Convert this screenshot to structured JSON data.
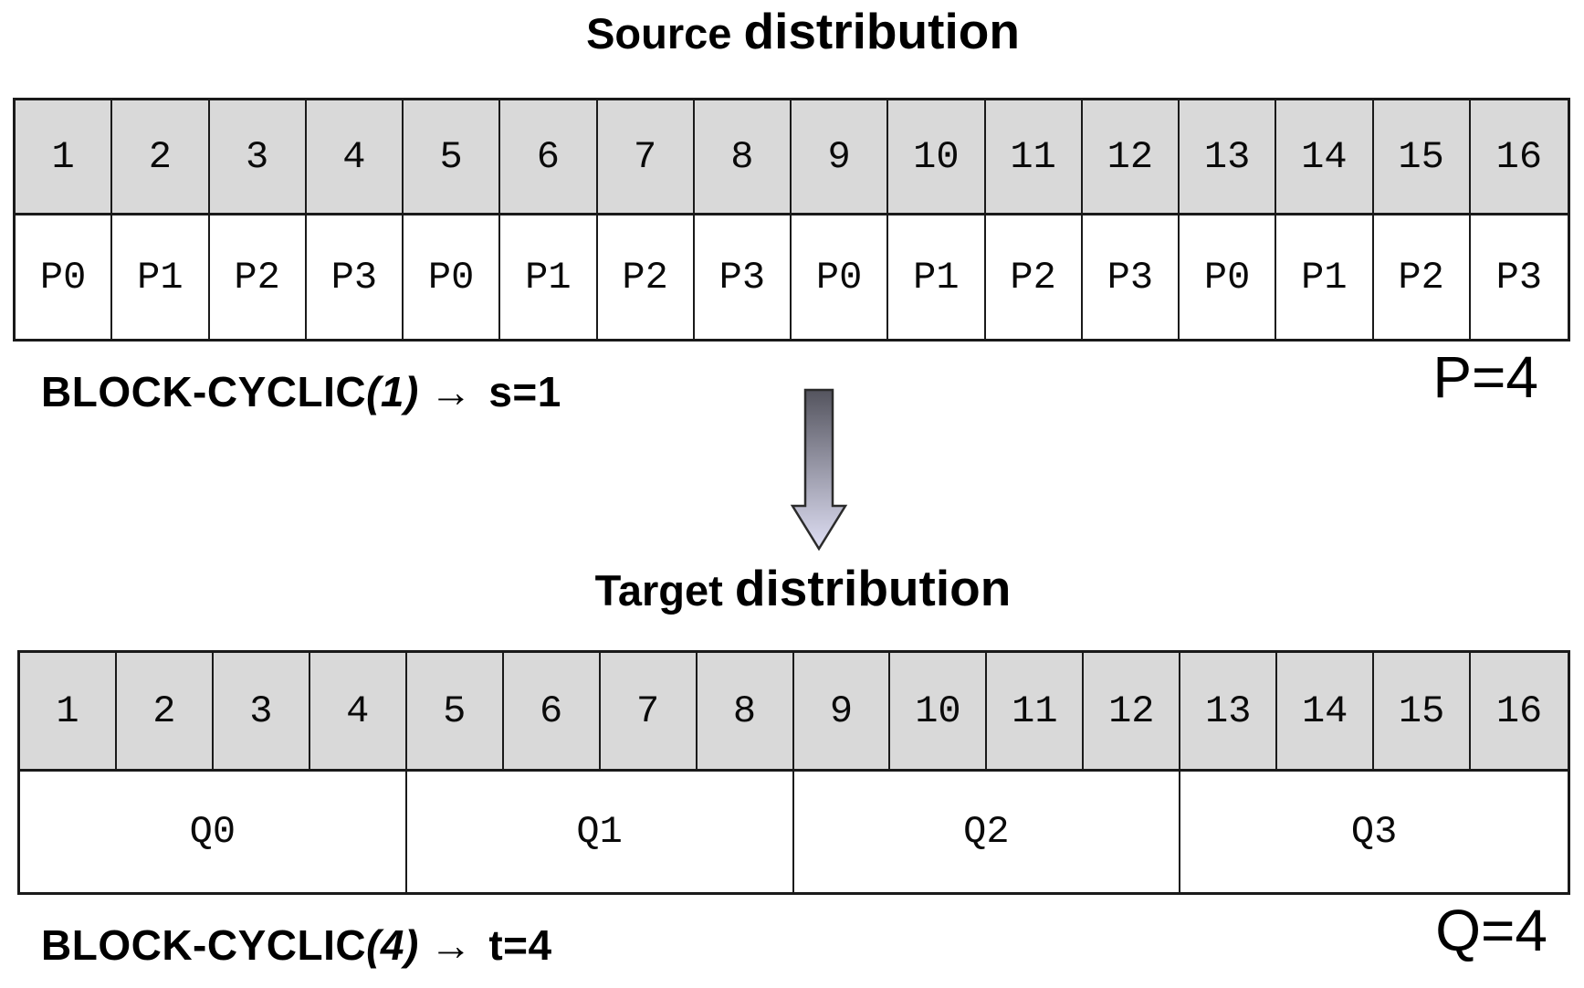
{
  "page": {
    "background": "#ffffff"
  },
  "colors": {
    "header_cell_bg": "#d9d9d9",
    "body_cell_bg": "#ffffff",
    "border": "#1a1a1a",
    "text": "#000000",
    "arrow_gradient_top": "#54545e",
    "arrow_gradient_bottom": "#dfdff4",
    "arrow_outline": "#2b2b2b"
  },
  "source": {
    "title": {
      "word1": "Source",
      "word2": "distribution"
    },
    "index_row": [
      "1",
      "2",
      "3",
      "4",
      "5",
      "6",
      "7",
      "8",
      "9",
      "10",
      "11",
      "12",
      "13",
      "14",
      "15",
      "16"
    ],
    "proc_row": [
      "P0",
      "P1",
      "P2",
      "P3",
      "P0",
      "P1",
      "P2",
      "P3",
      "P0",
      "P1",
      "P2",
      "P3",
      "P0",
      "P1",
      "P2",
      "P3"
    ],
    "caption": {
      "name": "BLOCK-CYCLIC",
      "param": "(1)",
      "arrow": "→",
      "result": "s=1"
    },
    "count_label": "P=4"
  },
  "flow_arrow": {
    "icon": "down-arrow",
    "direction": "down"
  },
  "target": {
    "title": {
      "word1": "Target",
      "word2": "distribution"
    },
    "index_row": [
      "1",
      "2",
      "3",
      "4",
      "5",
      "6",
      "7",
      "8",
      "9",
      "10",
      "11",
      "12",
      "13",
      "14",
      "15",
      "16"
    ],
    "group_row": [
      "Q0",
      "Q1",
      "Q2",
      "Q3"
    ],
    "caption": {
      "name": "BLOCK-CYCLIC",
      "param": "(4)",
      "arrow": "→",
      "result": "t=4"
    },
    "count_label": "Q=4"
  }
}
